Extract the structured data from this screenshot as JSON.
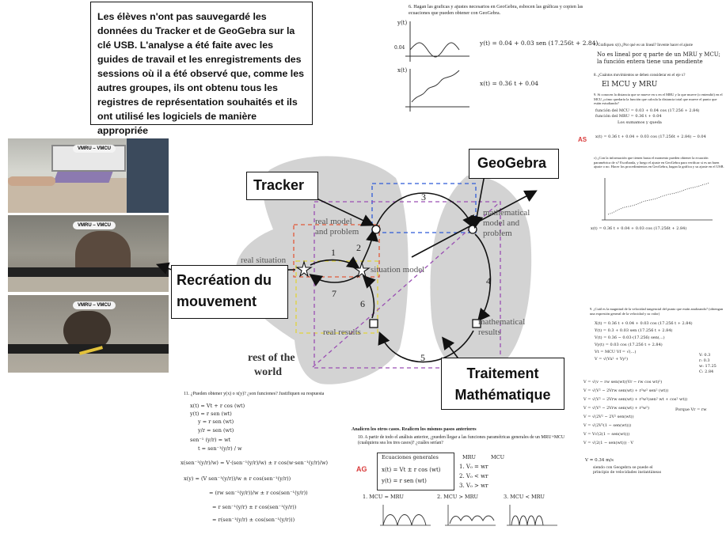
{
  "note": {
    "text": "Les élèves n'ont pas sauvegardé les données du Tracker et de GeoGebra sur la clé USB. L'analyse a été faite avec les guides de travail et les enregistrements des sessions où il a été observé que, comme les autres groupes, ils ont obtenu tous les registres de représentation souhaités et ils ont utilisé les logiciels de manière appropriée"
  },
  "photos": {
    "tag": "VMRU – VMCU"
  },
  "labels": {
    "tracker": "Tracker",
    "geogebra": "GeoGebra",
    "recreation": "Recréation du mouvement",
    "traitement": "Traitement Mathématique"
  },
  "cycle": {
    "real_model": [
      "real model",
      "and problem"
    ],
    "math_model": [
      "mathematical",
      "model and",
      "problem"
    ],
    "situation_model": "situation model",
    "real_situation": "real situation",
    "real_results": "real results",
    "math_results": [
      "mathematical",
      "results"
    ],
    "rest_world": [
      "rest of the",
      "world"
    ],
    "steps": [
      "1",
      "2",
      "3",
      "4",
      "5",
      "6",
      "7"
    ]
  },
  "worksheet_top": {
    "q6": "6.  Hagan las graficas y ajustes necesarios en GeoGebra, esbocen las gráficas y copien las ecuaciones que pueden obtener con GeoGebra.",
    "eq_y": "y(t) = 0.04 + 0.03 sen (17.256t + 2.84)",
    "eq_x": "x(t) = 0.36 t + 0.04",
    "ax_y": "y(t)",
    "ax_x": "x(t)",
    "tick": "0.04"
  },
  "worksheet_right": {
    "q7": "7.  Grafiquen x(t) ¿Por qué es un lineal? Invente hacer el ajuste",
    "a7": "No es lineal por q parte de un MRU y MCU; la función entera tiene una pendiente",
    "q8": "8.  ¿Cuántos movimientos se deben considerar en el eje x?",
    "a8": "El MCU y MRU",
    "q9": "9.  Si conocen la distancia que se mueve en x en el MRU y la que mueve (o entendió) en el MCU ¿cómo quedaría la función que calcula la distancia total que mueve el punto que están estudiando?",
    "f1": "función del MCU = 0.03 + 0.04 cos (17.256 + 2.84)",
    "f2": "función del MRU = 0.36 t + 0.04",
    "f3": "Los sumamos y queda",
    "as_label": "AS",
    "f4": "x(t) = 0.36 t + 0.04 + 0.03 cos (17.256t + 2.84) − 0.04",
    "q10": "c)  ¿Con la información que tienen hasta el momento pueden obtener la ecuación paramétrica de x? Escríbanla, y luego el ajuste en GeoGebra para verificar si es un buen ajuste o no. Hacer los procedimientos en GeoGebra, hagan la gráfica y su ajuste en el USB.",
    "f5": "x(t) = 0.36 t + 0.04 + 0.03 cos (17.256t + 2.84)"
  },
  "worksheet_right2": {
    "q11": "9.  ¿Cuál es la magnitud de la velocidad tangencial del punto que están analizando? (obtengan una expresión general de la velocidad y su valor)",
    "lines": [
      "X(t) = 0.36 t + 0.04 + 0.03 cos (17.256 t + 2.84)",
      "Y(t) = 0.3 + 0.03 sen (17.256 t + 2.84)",
      "V(t) = 0.36 − 0.03·(17.256) sen(...)",
      "Vy(t) = 0.03 cos (17.256 t + 2.84)",
      "Vt = MCU      Vf = √(...)",
      "V = √(Vx² + Vy²)"
    ],
    "consts": [
      "V: 0.3",
      "r: 0.3",
      "w: 17.25",
      "C: 2.84"
    ],
    "deriv": [
      "V = √(v − rw sen(wt)(Vr − rw cos wt)²)",
      "V = √(V² − 2Vrw sen(wt) + r²w² sen² (wt))",
      "V = √(V² − 2Vrw sen(wt) + r²w²(sen² wt + cos² wt))",
      "V = √(V² − 2Vrw sen(wt) + r²w²)",
      "V = √(2V² − 2V² sen(wt))",
      "V = √(2V²(1 − sen(wt)))",
      "V = V√(2(1 − sen(wt)))",
      "V = √(2(1 − sen(wt))) · V"
    ],
    "porque": "Porque  Vr = rw",
    "result": "V = 0.34 m/s",
    "note": "siendo con Geogebra se puede el principio de velocidades instantáneas"
  },
  "worksheet_bottom_left": {
    "q": "11. ¿Pueden obtener y(x) o x(y)? ¿son funciones? Justifiquen su respuesta",
    "lines": [
      "x(t) = Vt + r cos (wt)",
      "y(t) = r sen (wt)",
      "y = r sen (wt)",
      "y/r = sen (wt)",
      "sen⁻¹ (y/r) = wt",
      "t = sen⁻¹(y/r) / w",
      "x(sen⁻¹(y/r)/w) = V·(sen⁻¹(y/r)/w) ± r cos(w·sen⁻¹(y/r)/w)",
      "x(y) = (V sen⁻¹(y/r))/w ± r cos(sen⁻¹(y/r))",
      "= (rw sen⁻¹(y/r))/w ± r cos(sen⁻¹(y/r))",
      "= r sen⁻¹(y/r) ± r cos(sen⁻¹(y/r))",
      "= r(sen⁻¹(y/r) ± cos(sen⁻¹(y/r)))"
    ]
  },
  "worksheet_bottom_mid": {
    "heading": "Analicen los otros casos. Realicen los mismos pasos anteriores",
    "q": "10. A partir de todo el análisis anterior, ¿pueden llegar a las funciones paramétricas generales de un MRU+MCU (cualquiera sea los tres casos)? ¿cuáles serían?",
    "ag": "AG",
    "eq_title": "Ecuaciones generales",
    "eq1": "x(t) = Vt ± r cos (wt)",
    "eq2": "y(t) = r sen (wt)",
    "cols": [
      "MRU",
      "MCU"
    ],
    "cases": [
      "1.  V₀ = wr",
      "2.  V₀ < wr",
      "3.  V₀ > wr"
    ],
    "graphs": [
      "1.   MCU = MRU",
      "2.   MCU > MRU",
      "3. MCU < MRU"
    ]
  }
}
